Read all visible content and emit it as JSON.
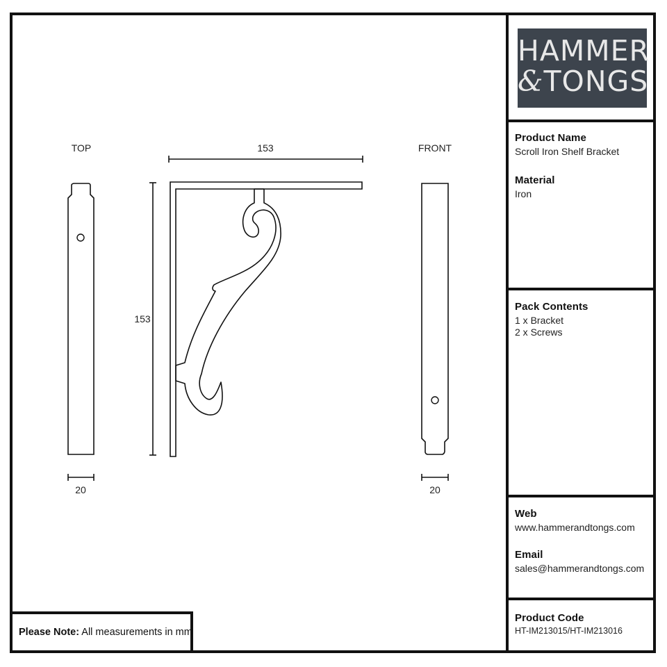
{
  "brand": {
    "line1": "HAMMER",
    "line2": "TONGS",
    "ampersand": "&",
    "bg_color": "#3d444d"
  },
  "views": {
    "top_label": "TOP",
    "front_label": "FRONT"
  },
  "dimensions": {
    "width": "153",
    "height": "153",
    "top_depth": "20",
    "front_depth": "20"
  },
  "info": {
    "product_name_label": "Product Name",
    "product_name": "Scroll Iron Shelf Bracket",
    "material_label": "Material",
    "material": "Iron",
    "pack_contents_label": "Pack Contents",
    "pack_contents": [
      "1 x Bracket",
      "2 x Screws"
    ],
    "web_label": "Web",
    "web": "www.hammerandtongs.com",
    "email_label": "Email",
    "email": "sales@hammerandtongs.com",
    "product_code_label": "Product Code",
    "product_code": "HT-IM213015/HT-IM213016"
  },
  "note": {
    "label": "Please Note:",
    "text": "All measurements in mm"
  }
}
